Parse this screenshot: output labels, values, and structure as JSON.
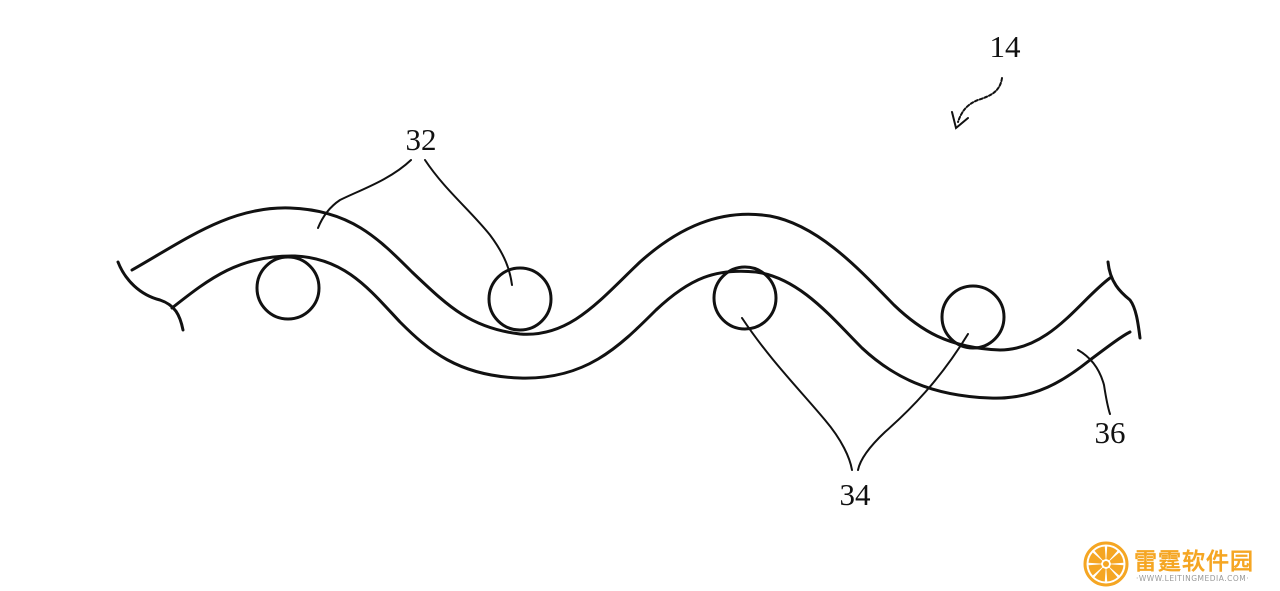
{
  "labels": {
    "assembly": "14",
    "upper_member": "32",
    "rollers": "34",
    "lower_member": "36"
  },
  "watermark": {
    "title": "雷霆软件园",
    "subtitle": "·WWW.LEITINGMEDIA.COM·"
  },
  "colors": {
    "line": "#111111",
    "background": "#ffffff",
    "watermark_orange": "#f5a623",
    "watermark_gray": "#9a9a9a"
  },
  "icons": {
    "watermark_logo": "citrus-slice-icon"
  }
}
